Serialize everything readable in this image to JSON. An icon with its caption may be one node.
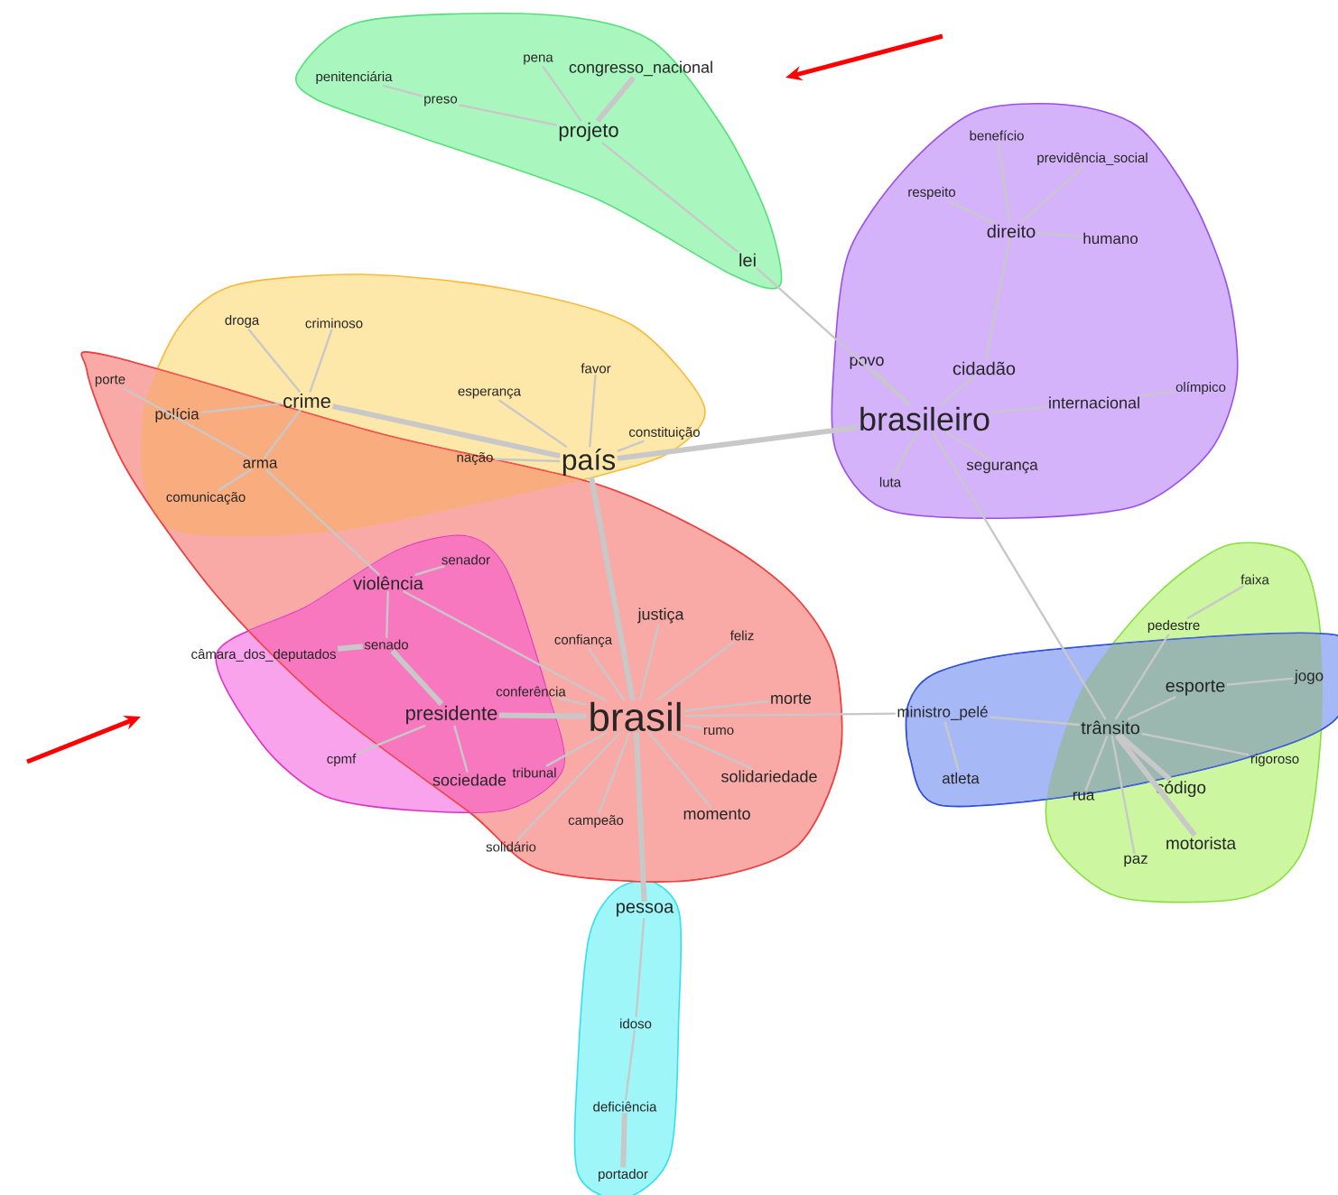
{
  "diagram": {
    "nodes": [
      {
        "text": [
          "penitenciária"
        ]
      },
      {
        "text": [
          "pena"
        ]
      },
      {
        "text": [
          "congresso_nacional"
        ]
      },
      {
        "text": [
          "preso"
        ]
      },
      {
        "text": [
          "projeto"
        ]
      },
      {
        "text": [
          "lei"
        ]
      },
      {
        "text": [
          "benefício"
        ]
      },
      {
        "text": [
          "previdência_social"
        ]
      },
      {
        "text": [
          "respeito"
        ]
      },
      {
        "text": [
          "direito"
        ]
      },
      {
        "text": [
          "humano"
        ]
      },
      {
        "text": [
          "povo"
        ]
      },
      {
        "text": [
          "cidadão"
        ]
      },
      {
        "text": [
          "olímpico"
        ]
      },
      {
        "text": [
          "internacional"
        ]
      },
      {
        "text": [
          "brasileiro"
        ]
      },
      {
        "text": [
          "luta"
        ]
      },
      {
        "text": [
          "segurança"
        ]
      },
      {
        "text": [
          "droga"
        ]
      },
      {
        "text": [
          "criminoso"
        ]
      },
      {
        "text": [
          "favor"
        ]
      },
      {
        "text": [
          "porte"
        ]
      },
      {
        "text": [
          "crime"
        ]
      },
      {
        "text": [
          "esperança"
        ]
      },
      {
        "text": [
          "polícia"
        ]
      },
      {
        "text": [
          "constituição"
        ]
      },
      {
        "text": [
          "nação"
        ]
      },
      {
        "text": [
          "arma"
        ]
      },
      {
        "text": [
          "país"
        ]
      },
      {
        "text": [
          "comunicação"
        ]
      },
      {
        "text": [
          "senador"
        ]
      },
      {
        "text": [
          "violência"
        ]
      },
      {
        "text": [
          "justiça"
        ]
      },
      {
        "text": [
          "confiança"
        ]
      },
      {
        "text": [
          "feliz"
        ]
      },
      {
        "text": [
          "câmara_dos_deputados"
        ]
      },
      {
        "text": [
          "senado"
        ]
      },
      {
        "text": [
          "morte"
        ]
      },
      {
        "text": [
          "presidente"
        ]
      },
      {
        "text": [
          "conferência"
        ]
      },
      {
        "text": [
          "brasil"
        ]
      },
      {
        "text": [
          "rumo"
        ]
      },
      {
        "text": [
          "cpmf"
        ]
      },
      {
        "text": [
          "sociedade"
        ]
      },
      {
        "text": [
          "tribunal"
        ]
      },
      {
        "text": [
          "solidariedade"
        ]
      },
      {
        "text": [
          "campeão"
        ]
      },
      {
        "text": [
          "momento"
        ]
      },
      {
        "text": [
          "solidário"
        ]
      },
      {
        "text": [
          "pessoa"
        ]
      },
      {
        "text": [
          "idoso"
        ]
      },
      {
        "text": [
          "deficiência"
        ]
      },
      {
        "text": [
          "portador"
        ]
      },
      {
        "text": [
          "faixa"
        ]
      },
      {
        "text": [
          "pedestre"
        ]
      },
      {
        "text": [
          "esporte"
        ]
      },
      {
        "text": [
          "ministro_pelé"
        ]
      },
      {
        "text": [
          "jogo"
        ]
      },
      {
        "text": [
          "trânsito"
        ]
      },
      {
        "text": [
          "atleta"
        ]
      },
      {
        "text": [
          "rua"
        ]
      },
      {
        "text": [
          "código"
        ]
      },
      {
        "text": [
          "rigoroso"
        ]
      },
      {
        "text": [
          "paz"
        ]
      },
      {
        "text": [
          "motorista"
        ]
      }
    ],
    "edges": [
      {
        "from": 0,
        "to": 3,
        "arrow": "none"
      },
      {
        "from": 3,
        "to": 4,
        "arrow": "none"
      },
      {
        "from": 1,
        "to": 4,
        "arrow": "none"
      },
      {
        "from": 2,
        "to": 4,
        "arrow": "none",
        "style": "thick"
      },
      {
        "from": 4,
        "to": 5,
        "arrow": "none"
      },
      {
        "from": 5,
        "to": 15,
        "arrow": "none"
      },
      {
        "from": 6,
        "to": 9,
        "arrow": "none"
      },
      {
        "from": 7,
        "to": 9,
        "arrow": "none"
      },
      {
        "from": 8,
        "to": 9,
        "arrow": "none"
      },
      {
        "from": 10,
        "to": 9,
        "arrow": "none"
      },
      {
        "from": 9,
        "to": 12,
        "arrow": "none"
      },
      {
        "from": 12,
        "to": 15,
        "arrow": "none"
      },
      {
        "from": 11,
        "to": 15,
        "arrow": "none"
      },
      {
        "from": 13,
        "to": 14,
        "arrow": "none"
      },
      {
        "from": 14,
        "to": 15,
        "arrow": "none"
      },
      {
        "from": 17,
        "to": 15,
        "arrow": "none"
      },
      {
        "from": 16,
        "to": 15,
        "arrow": "none"
      },
      {
        "from": 15,
        "to": 28,
        "arrow": "none",
        "style": "thick"
      },
      {
        "from": 15,
        "to": 58,
        "arrow": "none"
      },
      {
        "from": 18,
        "to": 22,
        "arrow": "none"
      },
      {
        "from": 19,
        "to": 22,
        "arrow": "none"
      },
      {
        "from": 22,
        "to": 28,
        "arrow": "none",
        "style": "thick"
      },
      {
        "from": 21,
        "to": 27,
        "arrow": "none"
      },
      {
        "from": 24,
        "to": 22,
        "arrow": "none"
      },
      {
        "from": 27,
        "to": 22,
        "arrow": "none"
      },
      {
        "from": 29,
        "to": 27,
        "arrow": "none"
      },
      {
        "from": 23,
        "to": 28,
        "arrow": "none"
      },
      {
        "from": 20,
        "to": 28,
        "arrow": "none"
      },
      {
        "from": 25,
        "to": 28,
        "arrow": "none"
      },
      {
        "from": 26,
        "to": 28,
        "arrow": "none"
      },
      {
        "from": 28,
        "to": 40,
        "arrow": "none",
        "style": "thick"
      },
      {
        "from": 27,
        "to": 31,
        "arrow": "none"
      },
      {
        "from": 31,
        "to": 40,
        "arrow": "none"
      },
      {
        "from": 30,
        "to": 31,
        "arrow": "none"
      },
      {
        "from": 31,
        "to": 36,
        "arrow": "none"
      },
      {
        "from": 35,
        "to": 36,
        "arrow": "none",
        "style": "thick"
      },
      {
        "from": 36,
        "to": 38,
        "arrow": "none",
        "style": "thick"
      },
      {
        "from": 38,
        "to": 40,
        "arrow": "none",
        "style": "thick"
      },
      {
        "from": 42,
        "to": 38,
        "arrow": "none"
      },
      {
        "from": 43,
        "to": 38,
        "arrow": "none"
      },
      {
        "from": 44,
        "to": 40,
        "arrow": "none"
      },
      {
        "from": 39,
        "to": 40,
        "arrow": "none"
      },
      {
        "from": 33,
        "to": 40,
        "arrow": "none"
      },
      {
        "from": 32,
        "to": 40,
        "arrow": "none"
      },
      {
        "from": 34,
        "to": 40,
        "arrow": "none"
      },
      {
        "from": 37,
        "to": 40,
        "arrow": "none"
      },
      {
        "from": 41,
        "to": 40,
        "arrow": "none"
      },
      {
        "from": 45,
        "to": 40,
        "arrow": "none"
      },
      {
        "from": 47,
        "to": 40,
        "arrow": "none"
      },
      {
        "from": 46,
        "to": 40,
        "arrow": "none"
      },
      {
        "from": 48,
        "to": 40,
        "arrow": "none"
      },
      {
        "from": 40,
        "to": 49,
        "arrow": "none",
        "style": "thick"
      },
      {
        "from": 49,
        "to": 50,
        "arrow": "none"
      },
      {
        "from": 50,
        "to": 51,
        "arrow": "none"
      },
      {
        "from": 51,
        "to": 52,
        "arrow": "none",
        "style": "thick"
      },
      {
        "from": 40,
        "to": 56,
        "arrow": "none"
      },
      {
        "from": 56,
        "to": 59,
        "arrow": "none"
      },
      {
        "from": 56,
        "to": 58,
        "arrow": "none"
      },
      {
        "from": 53,
        "to": 54,
        "arrow": "none"
      },
      {
        "from": 54,
        "to": 58,
        "arrow": "none"
      },
      {
        "from": 57,
        "to": 55,
        "arrow": "none"
      },
      {
        "from": 55,
        "to": 58,
        "arrow": "none"
      },
      {
        "from": 62,
        "to": 58,
        "arrow": "none"
      },
      {
        "from": 61,
        "to": 58,
        "arrow": "none",
        "style": "thick"
      },
      {
        "from": 64,
        "to": 58,
        "arrow": "none",
        "style": "thick"
      },
      {
        "from": 60,
        "to": 58,
        "arrow": "none"
      },
      {
        "from": 63,
        "to": 58,
        "arrow": "none"
      }
    ]
  }
}
